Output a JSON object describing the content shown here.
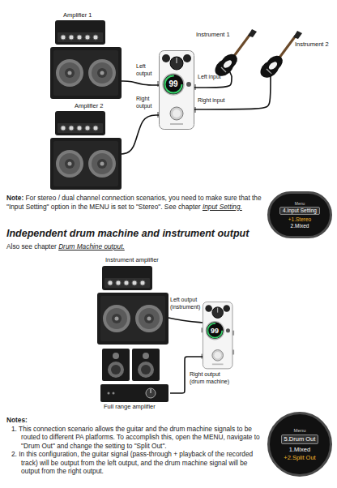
{
  "diagram": {
    "title": "Independent drum machine and instrument output",
    "nodes": [
      {
        "text": [
          "Amplifier 1"
        ]
      },
      {
        "text": [
          "Amplifier 2"
        ]
      },
      {
        "text": [
          "99"
        ]
      },
      {
        "text": [
          "Instrument 1"
        ]
      },
      {
        "text": [
          "Instrument 2"
        ]
      },
      {
        "text": [
          "Menu",
          "4.Input Setting",
          "+1.Stereo",
          "2.Mixed"
        ]
      },
      {
        "text": [
          "Instrument amplifier"
        ]
      },
      {
        "text": [
          "99"
        ]
      },
      {
        "text": [
          "Full range amplifier"
        ]
      },
      {
        "text": [
          "Menu",
          "5.Drum Out",
          "1.Mixed",
          "+2.Split Out"
        ]
      }
    ],
    "edges": [
      {
        "from": 2,
        "to": 0,
        "label": "Left output",
        "arrow": "none"
      },
      {
        "from": 2,
        "to": 1,
        "label": "Right output",
        "arrow": "none"
      },
      {
        "from": 3,
        "to": 2,
        "label": "Left input",
        "arrow": "none"
      },
      {
        "from": 4,
        "to": 2,
        "label": "Right input",
        "arrow": "none"
      },
      {
        "from": 7,
        "to": 6,
        "label": "Left output (instrument)",
        "arrow": "none"
      },
      {
        "from": 7,
        "to": 8,
        "label": "Right output (drum machine)",
        "arrow": "none"
      }
    ],
    "labels": [
      "Note:",
      "For stereo / dual channel connection scenarios, you need to make sure that the \"Input Setting\" option in the MENU is set to \"Stereo\". See chapter",
      "Input Setting.",
      "Also see chapter",
      "Drum Machine output.",
      "Notes:",
      "1. This connection scenario allows the guitar and the drum machine signals to be routed to different PA platforms. To accomplish this, open the MENU, navigate to \"Drum Out\" and change the setting to \"Split Out\".",
      "2. In this configuration, the guitar signal (pass-through + playback of the recorded track) will be output from the left output, and the drum machine signal will be output from the right output."
    ]
  }
}
